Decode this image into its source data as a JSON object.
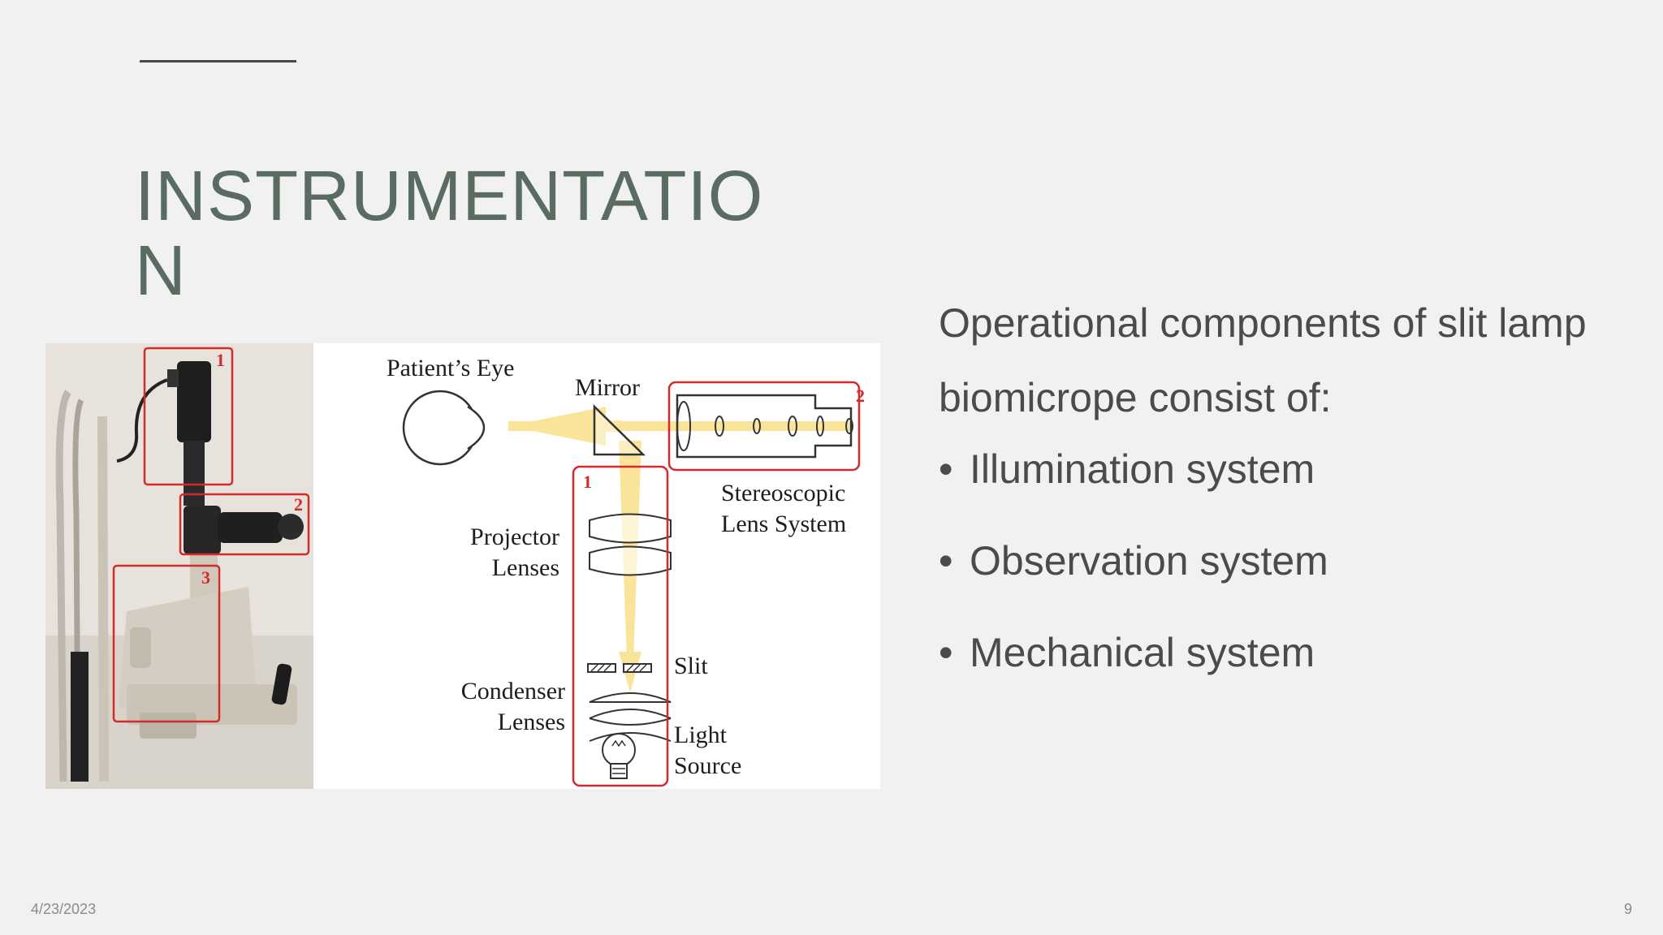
{
  "slide": {
    "title": "INSTRUMENTATION",
    "intro": "Operational components of slit lamp biomicrope consist of:",
    "bullets": [
      "Illumination system",
      "Observation system",
      "Mechanical system"
    ],
    "bullet_glyph": "•",
    "date": "4/23/2023",
    "page_number": "9"
  },
  "figure": {
    "labels": {
      "patients_eye": "Patient’s Eye",
      "mirror": "Mirror",
      "stereo_line1": "Stereoscopic",
      "stereo_line2": "Lens System",
      "projector_line1": "Projector",
      "projector_line2": "Lenses",
      "slit": "Slit",
      "condenser_line1": "Condenser",
      "condenser_line2": "Lenses",
      "light_line1": "Light",
      "light_line2": "Source"
    },
    "markers": {
      "photo_1": "1",
      "photo_2": "2",
      "photo_3": "3",
      "diagram_1": "1",
      "diagram_2": "2"
    }
  },
  "colors": {
    "title": "#5a6b62",
    "body_text": "#4b4b4b",
    "background": "#f2f1f1",
    "highlight_box": "#d42a2a",
    "light_beam": "#f9e49a"
  }
}
